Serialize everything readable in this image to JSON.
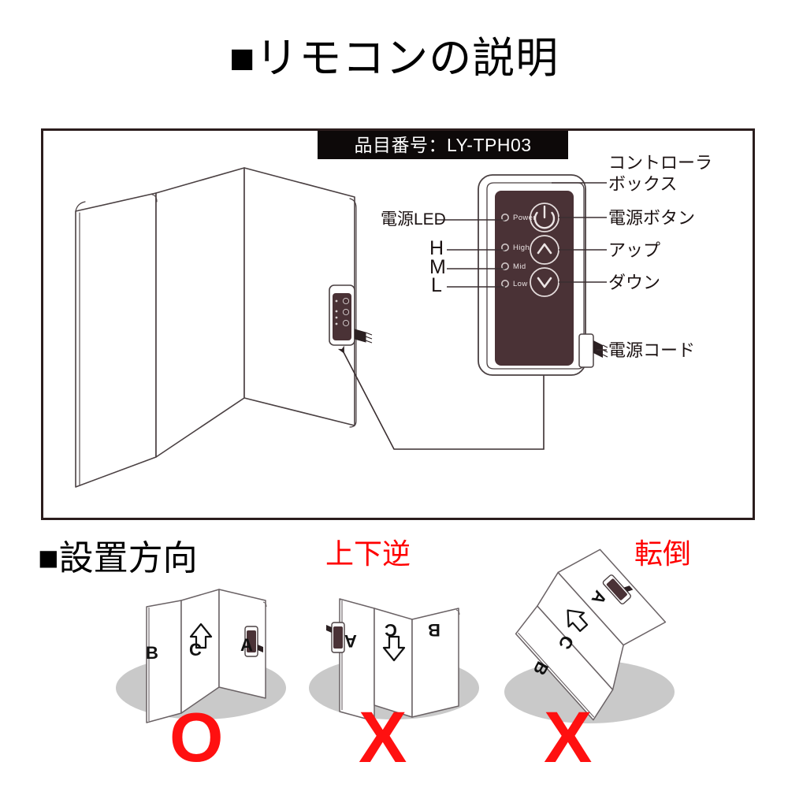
{
  "document": {
    "title": "■リモコンの説明",
    "part_number_banner": "品目番号：LY-TPH03"
  },
  "remote_diagram": {
    "left_labels": [
      {
        "id": "power-led",
        "text": "電源LED"
      },
      {
        "id": "high-led",
        "text": "H"
      },
      {
        "id": "mid-led",
        "text": "M"
      },
      {
        "id": "low-led",
        "text": "L"
      }
    ],
    "right_labels": [
      {
        "id": "controller-box-line1",
        "text": "コントローラ"
      },
      {
        "id": "controller-box-line2",
        "text": "ボックス"
      },
      {
        "id": "power-button",
        "text": "電源ボタン"
      },
      {
        "id": "up-button",
        "text": "アップ"
      },
      {
        "id": "down-button",
        "text": "ダウン"
      },
      {
        "id": "power-cord",
        "text": "電源コード"
      }
    ],
    "controller_face": {
      "led_indicators": [
        {
          "id": "power",
          "text": "Power"
        },
        {
          "id": "high",
          "text": "High"
        },
        {
          "id": "mid",
          "text": "Mid"
        },
        {
          "id": "low",
          "text": "Low"
        }
      ],
      "buttons": [
        {
          "id": "power-button",
          "icon": "power-icon",
          "glyph": "⏻"
        },
        {
          "id": "up-button",
          "icon": "chevron-up-icon",
          "glyph": "∧"
        },
        {
          "id": "down-button",
          "icon": "chevron-down-icon",
          "glyph": "∨"
        }
      ],
      "panel_color": "#4a3236",
      "body_color": "#ffffff"
    }
  },
  "installation_section": {
    "heading": "■設置方向",
    "examples": [
      {
        "id": "correct",
        "warning_label": "",
        "letters": [
          {
            "id": "b",
            "text": "B"
          },
          {
            "id": "c",
            "text": "C"
          },
          {
            "id": "a",
            "text": "A"
          }
        ],
        "arrow": "up-arrow-icon",
        "mark": "O",
        "mark_color": "#ff1010"
      },
      {
        "id": "upside-down",
        "warning_label": "上下逆",
        "letters": [
          {
            "id": "a",
            "text": "A"
          },
          {
            "id": "c",
            "text": "C"
          },
          {
            "id": "b",
            "text": "B"
          }
        ],
        "arrow": "down-arrow-icon",
        "mark": "X",
        "mark_color": "#ff1010"
      },
      {
        "id": "tipped-over",
        "warning_label": "転倒",
        "letters": [
          {
            "id": "a",
            "text": "A"
          },
          {
            "id": "c",
            "text": "C"
          },
          {
            "id": "b",
            "text": "B"
          }
        ],
        "arrow": "tilted-arrow-icon",
        "mark": "X",
        "mark_color": "#ff1010"
      }
    ]
  },
  "colors": {
    "frame": "#2b1d1d",
    "banner_bg": "#0d0909",
    "line_art": "#4a4042",
    "controller_panel": "#4a3236",
    "shadow": "#c9c9c9",
    "warning_red": "#ff0000"
  }
}
